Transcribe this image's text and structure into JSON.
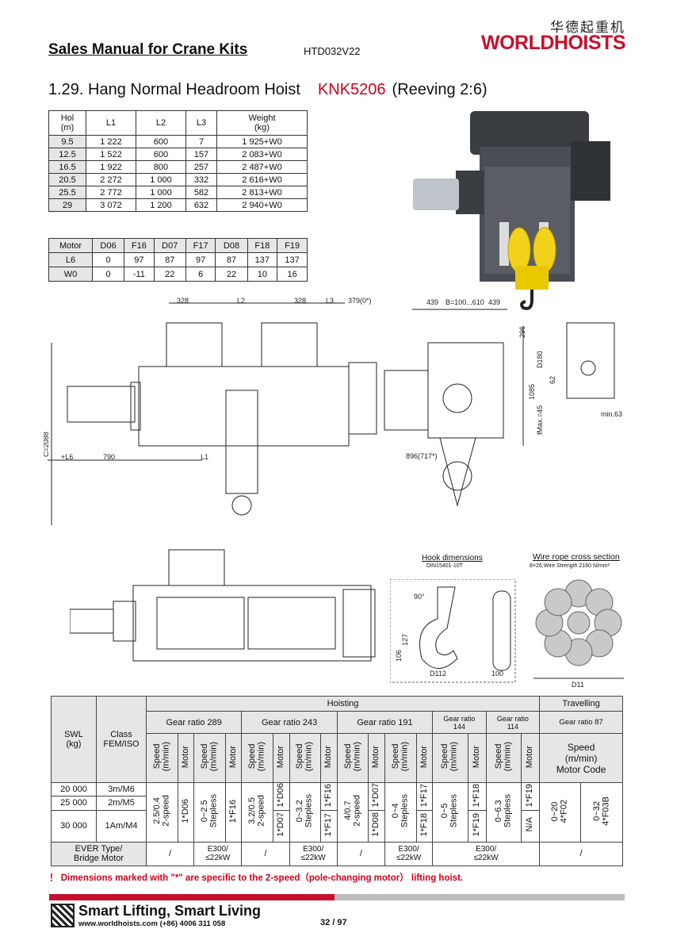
{
  "header": {
    "manual": "Sales Manual for Crane Kits",
    "code": "HTD032V22",
    "logo_cn": "华德起重机",
    "logo_en": "WORLDHOISTS"
  },
  "title": {
    "text": "1.29. Hang Normal Headroom Hoist",
    "model": "KNK5206",
    "reeving": "(Reeving 2:6)"
  },
  "table1": {
    "headers": [
      "Hol\n(m)",
      "L1",
      "L2",
      "L3",
      "Weight\n(kg)"
    ],
    "rows": [
      [
        "9.5",
        "1 222",
        "600",
        "7",
        "1 925+W0"
      ],
      [
        "12.5",
        "1 522",
        "600",
        "157",
        "2 083+W0"
      ],
      [
        "16.5",
        "1 922",
        "800",
        "257",
        "2 487+W0"
      ],
      [
        "20.5",
        "2 272",
        "1 000",
        "332",
        "2 616+W0"
      ],
      [
        "25.5",
        "2 772",
        "1 000",
        "582",
        "2 813+W0"
      ],
      [
        "29",
        "3 072",
        "1 200",
        "632",
        "2 940+W0"
      ]
    ]
  },
  "table2": {
    "headers": [
      "Motor",
      "D06",
      "F16",
      "D07",
      "F17",
      "D08",
      "F18",
      "F19"
    ],
    "rows": [
      [
        "L6",
        "0",
        "97",
        "87",
        "97",
        "87",
        "137",
        "137"
      ],
      [
        "W0",
        "0",
        "-11",
        "22",
        "6",
        "22",
        "10",
        "16"
      ]
    ]
  },
  "drawing": {
    "labels": [
      "328",
      "L2",
      "328",
      "L3",
      "379(0*)",
      "439",
      "B=100...610",
      "439",
      "296",
      "D180",
      "62",
      "1085",
      "fMax.=45",
      "min.63",
      "C=2088",
      "+L6",
      "790",
      "L1",
      "896(717*)"
    ],
    "hook_title": "Hook dimensions",
    "hook_sub": "DIN15401-10T",
    "hook_labels": [
      "90°",
      "127",
      "106",
      "D112",
      "100"
    ],
    "rope_title": "Wire rope cross section",
    "rope_sub": "8×26,Wire Strength 2160 N/mm²",
    "rope_label": "D11"
  },
  "big": {
    "hoisting": "Hoisting",
    "travelling": "Travelling",
    "swl": "SWL\n(kg)",
    "class": "Class\nFEM/ISO",
    "gears": [
      "Gear ratio 289",
      "Gear ratio 243",
      "Gear ratio 191",
      "Gear ratio\n144",
      "Gear ratio\n114",
      "Gear ratio 87"
    ],
    "speed": "Speed\n(m/min)",
    "motor": "Motor",
    "trav_head": "Speed\n(m/min)\nMotor Code",
    "swl_rows": [
      [
        "20 000",
        "3m/M6"
      ],
      [
        "25 000",
        "2m/M5"
      ],
      [
        "30 000",
        "1Am/M4"
      ]
    ],
    "vals": {
      "g289": [
        "2.5/0.4\n2-speed",
        "1*D06",
        "0~2.5\nStepless",
        "1*F16"
      ],
      "g243": [
        "3.2/0.5\n2-speed",
        "1*D07",
        "1*D06",
        "0~3.2\nStepless",
        "1*F17",
        "1*F16"
      ],
      "g191": [
        "4/0.7\n2-speed",
        "1*D08",
        "1*D07",
        "0~4\nStepless",
        "1*F18",
        "1*F17"
      ],
      "g144": [
        "0~5\nStepless",
        "1*F19",
        "1*F18"
      ],
      "g114": [
        "0~6.3\nStepless",
        "N/A",
        "1*F19"
      ],
      "g87": [
        "0~20\n4*F02",
        "0~32\n4*F03B"
      ]
    },
    "ever_label": "EVER Type/\nBridge Motor",
    "ever": [
      "/",
      "E300/\n≤22kW",
      "/",
      "E300/\n≤22kW",
      "/",
      "E300/\n≤22kW",
      "E300/\n≤22kW",
      "/"
    ]
  },
  "note": "！ Dimensions marked with \"*\" are specific to the 2-speed（pole-changing motor） lifting hoist.",
  "footer": {
    "slogan": "Smart Lifting, Smart Living",
    "web": "www.worldhoists.com  (+86) 4006 311 058",
    "page": "32 / 97"
  }
}
